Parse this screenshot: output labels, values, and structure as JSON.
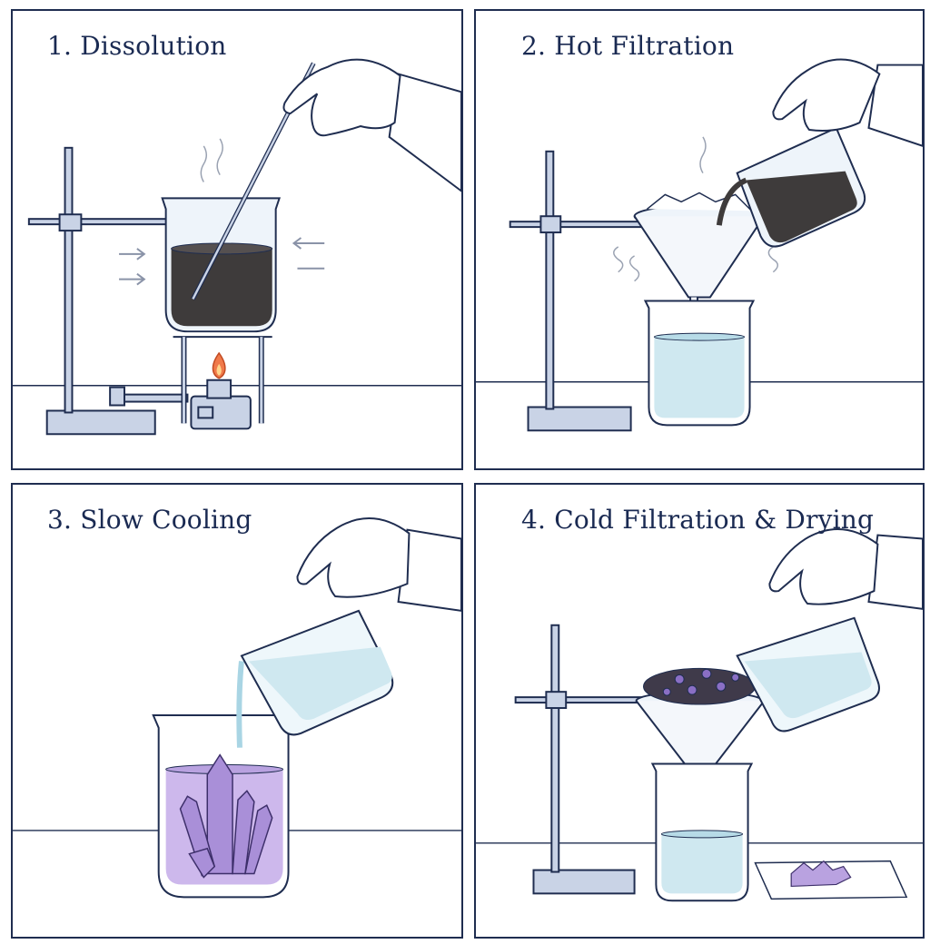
{
  "panels": [
    {
      "title": "1. Dissolution"
    },
    {
      "title": "2. Hot Filtration"
    },
    {
      "title": "3. Slow Cooling"
    },
    {
      "title": "4. Cold Filtration & Drying"
    }
  ],
  "colors": {
    "outline": "#1f2d50",
    "equipment_fill": "#c9d3e6",
    "dark_solution": "#3e3b3b",
    "clear_liquid": "#cfe8f0",
    "crystal_purple": "#b9a2e0",
    "flame": "#f07a4a"
  },
  "icons": [
    "ring-stand-icon",
    "beaker-icon",
    "bunsen-burner-icon",
    "funnel-icon",
    "hand-icon",
    "crystal-icon"
  ]
}
